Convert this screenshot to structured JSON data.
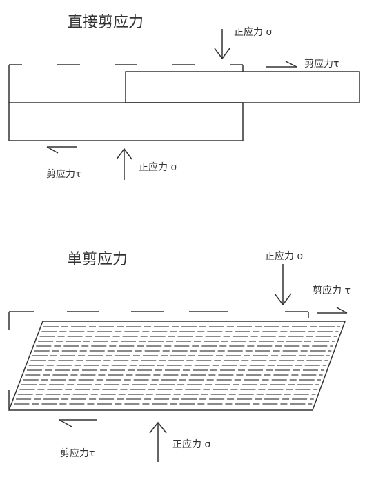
{
  "diagram1": {
    "title": "直接剪应力",
    "label_normal_top": "正应力 σ",
    "label_shear_top": "剪应力τ",
    "label_shear_bottom": "剪应力τ",
    "label_normal_bottom": "正应力 σ"
  },
  "diagram2": {
    "title": "单剪应力",
    "label_normal_top": "正应力 σ",
    "label_shear_top": "剪应力 τ",
    "label_shear_bottom": "剪应力τ",
    "label_normal_bottom": "正应力 σ"
  },
  "colors": {
    "line": "#333333"
  }
}
